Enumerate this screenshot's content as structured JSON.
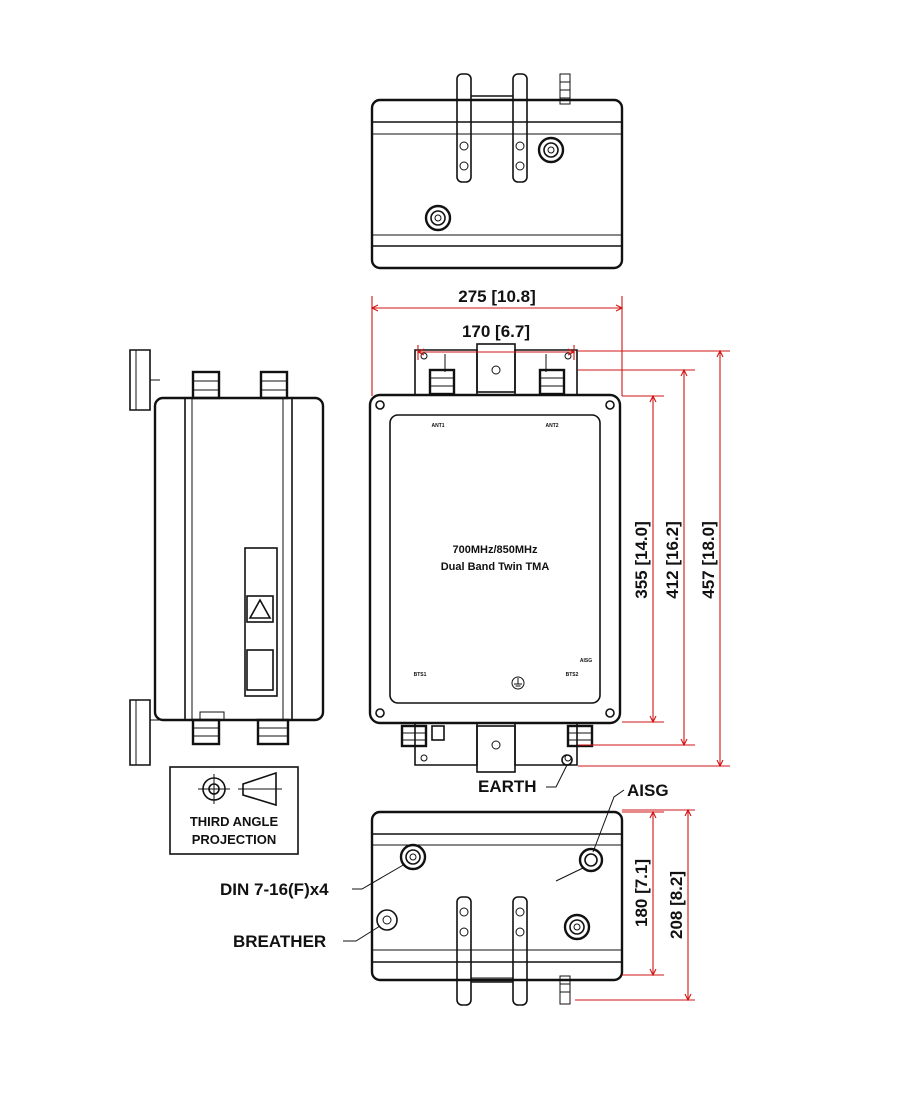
{
  "dimensions": {
    "overall_width": "275 [10.8]",
    "bracket_spacing": "170 [6.7]",
    "body_height": "355 [14.0]",
    "mid_height": "412 [16.2]",
    "overall_height": "457 [18.0]",
    "body_depth": "180 [7.1]",
    "overall_depth": "208 [8.2]"
  },
  "callouts": {
    "earth": "EARTH",
    "aisg": "AISG",
    "din": "DIN 7-16(F)x4",
    "breather": "BREATHER"
  },
  "projection": {
    "line1": "THIRD ANGLE",
    "line2": "PROJECTION"
  },
  "front_panel": {
    "title_line1": "700MHz/850MHz",
    "title_line2": "Dual Band Twin TMA",
    "port_ant1": "ANT1",
    "port_ant2": "ANT2",
    "port_bts1": "BTS1",
    "port_bts2": "BTS2",
    "port_aisg": "AISG"
  }
}
